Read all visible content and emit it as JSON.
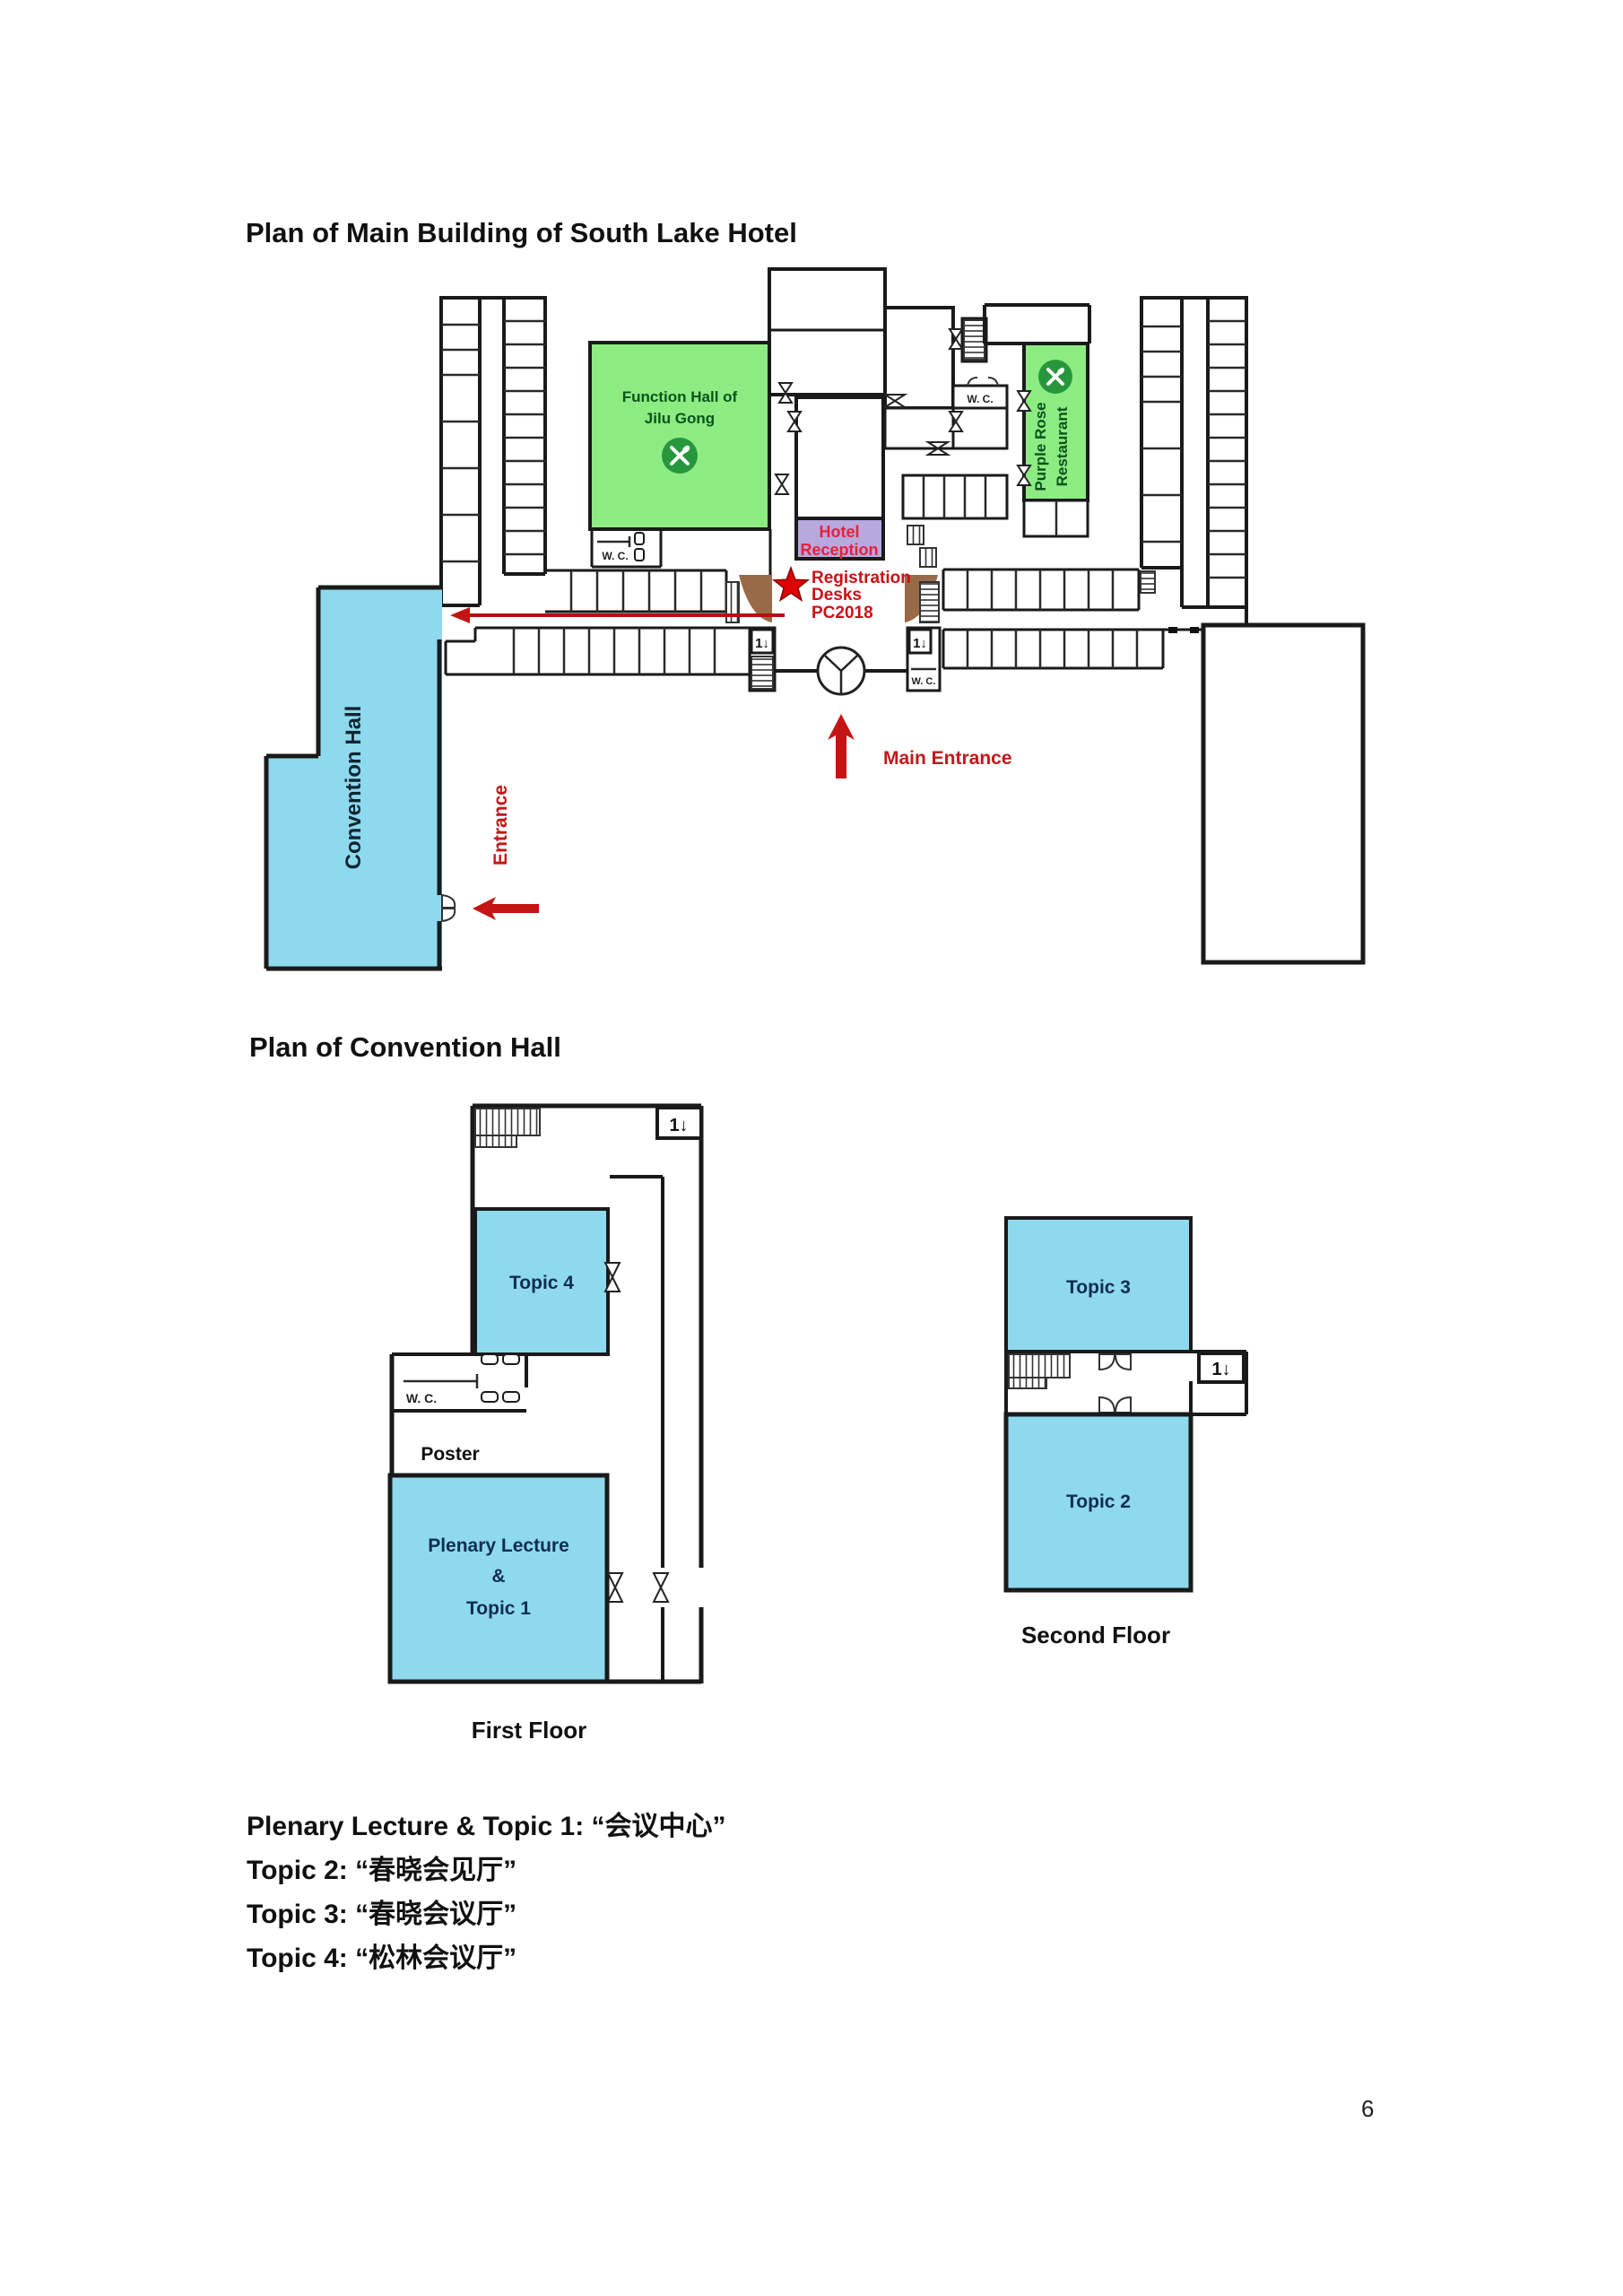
{
  "mp": {
    "title": "Plan of Main Building of South Lake Hotel",
    "fh1": "Function Hall of",
    "fh2": "Jilu Gong",
    "pr1": "Purple Rose",
    "pr2": "Restaurant",
    "hr1": "Hotel",
    "hr2": "Reception",
    "reg1": "Registration",
    "reg2": "Desks",
    "reg3": "PC2018",
    "main_entrance": "Main Entrance",
    "entrance": "Entrance",
    "convention_hall": "Convention Hall",
    "wc": "W. C.",
    "stairs": "1↓"
  },
  "hp": {
    "title": "Plan of Convention Hall",
    "topic4": "Topic 4",
    "poster": "Poster",
    "pl1": "Plenary Lecture",
    "pl2": "&",
    "pl3": "Topic 1",
    "first": "First Floor",
    "topic3": "Topic 3",
    "topic2": "Topic 2",
    "second": "Second Floor"
  },
  "legend": {
    "lines": [
      "Plenary Lecture & Topic 1: “会议中心”",
      "Topic 2: “春晓会见厅”",
      "Topic 3: “春晓会议厅”",
      "Topic 4: “松林会议厅”"
    ]
  },
  "page_number": "6",
  "colors": {
    "room_blue": "#8fd9ef",
    "hall_green": "#8cec82",
    "dining_icon_green": "#27973b",
    "reception_purple": "#b7a8dd",
    "red_accent": "#c41414",
    "wall": "#1a1a1a",
    "ramp_brown": "#996a47",
    "room_label_navy": "#0e2d4e",
    "green_label": "#09531b"
  }
}
